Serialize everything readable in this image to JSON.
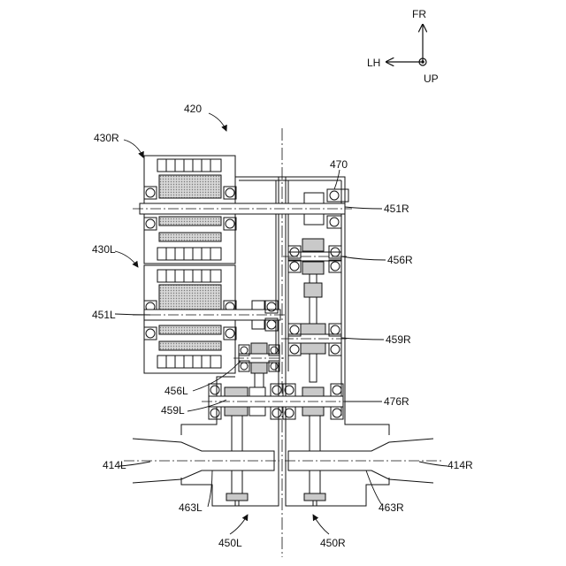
{
  "orientation": {
    "front": "FR",
    "left": "LH",
    "up": "UP"
  },
  "labels": {
    "assembly": "420",
    "motor_right": "430R",
    "motor_left": "430L",
    "part_470": "470",
    "shaft_451R": "451R",
    "shaft_451L": "451L",
    "shaft_456R": "456R",
    "shaft_456L": "456L",
    "shaft_459R": "459R",
    "shaft_459L": "459L",
    "shaft_476R": "476R",
    "axle_414L": "414L",
    "axle_414R": "414R",
    "gear_463L": "463L",
    "gear_463R": "463R",
    "unit_450L": "450L",
    "unit_450R": "450R"
  }
}
